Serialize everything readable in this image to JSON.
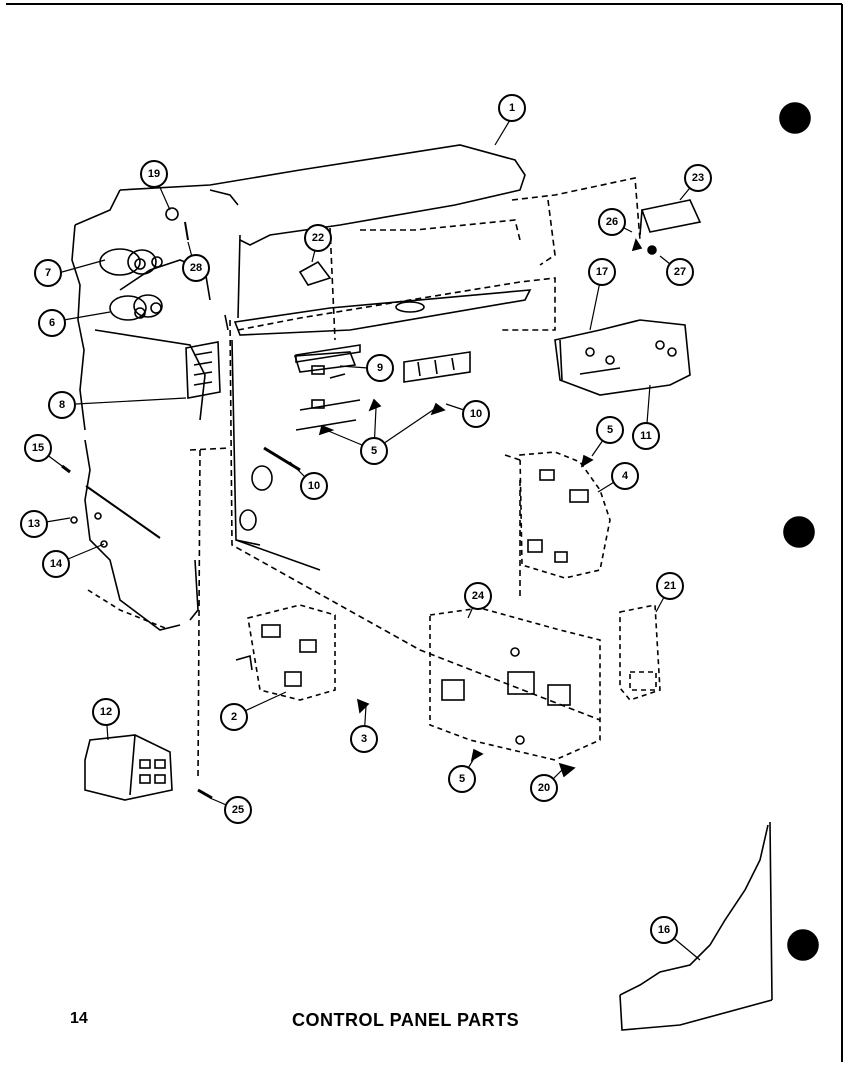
{
  "page": {
    "number": "14",
    "title": "CONTROL PANEL PARTS"
  },
  "callouts": [
    {
      "id": "c1",
      "label": "1"
    },
    {
      "id": "c2",
      "label": "2"
    },
    {
      "id": "c3",
      "label": "3"
    },
    {
      "id": "c4",
      "label": "4"
    },
    {
      "id": "c5a",
      "label": "5"
    },
    {
      "id": "c5b",
      "label": "5"
    },
    {
      "id": "c5c",
      "label": "5"
    },
    {
      "id": "c6",
      "label": "6"
    },
    {
      "id": "c7",
      "label": "7"
    },
    {
      "id": "c8",
      "label": "8"
    },
    {
      "id": "c9",
      "label": "9"
    },
    {
      "id": "c10a",
      "label": "10"
    },
    {
      "id": "c10b",
      "label": "10"
    },
    {
      "id": "c11",
      "label": "11"
    },
    {
      "id": "c12",
      "label": "12"
    },
    {
      "id": "c13",
      "label": "13"
    },
    {
      "id": "c14",
      "label": "14"
    },
    {
      "id": "c15",
      "label": "15"
    },
    {
      "id": "c16",
      "label": "16"
    },
    {
      "id": "c17",
      "label": "17"
    },
    {
      "id": "c19",
      "label": "19"
    },
    {
      "id": "c20",
      "label": "20"
    },
    {
      "id": "c21",
      "label": "21"
    },
    {
      "id": "c22",
      "label": "22"
    },
    {
      "id": "c23",
      "label": "23"
    },
    {
      "id": "c24",
      "label": "24"
    },
    {
      "id": "c25",
      "label": "25"
    },
    {
      "id": "c26",
      "label": "26"
    },
    {
      "id": "c27",
      "label": "27"
    },
    {
      "id": "c28",
      "label": "28"
    }
  ],
  "colors": {
    "ink": "#000000",
    "paper": "#ffffff"
  }
}
